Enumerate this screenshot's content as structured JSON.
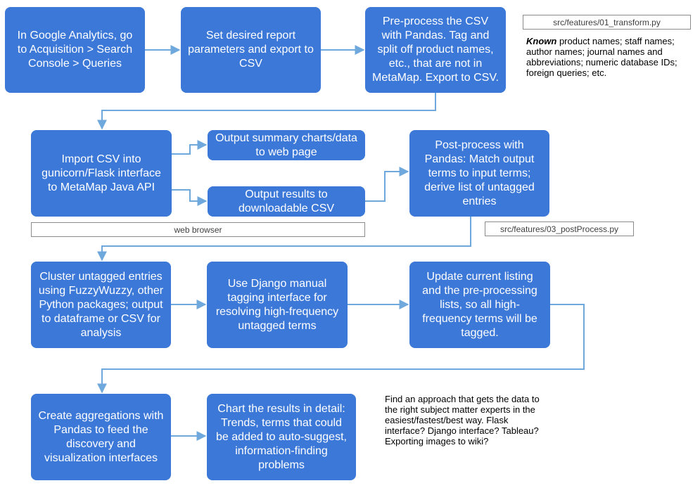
{
  "colors": {
    "box_fill": "#3c78d8",
    "box_text": "#ffffff",
    "connector": "#6fa8dc",
    "label_border": "#8a8a8a"
  },
  "boxes": {
    "ga_export_start": "In Google Analytics, go to Acquisition > Search Console > Queries",
    "set_report_params": "Set desired report parameters and export to CSV",
    "preprocess_csv": "Pre-process the CSV with Pandas. Tag and split off product names, etc., that are not in MetaMap. Export to CSV.",
    "import_csv": "Import CSV into gunicorn/Flask interface to MetaMap Java API",
    "output_summary": "Output summary charts/data to web page",
    "output_results": "Output results to downloadable CSV",
    "postprocess": "Post-process with Pandas: Match output terms to input terms; derive list of untagged entries",
    "cluster_untagged": "Cluster untagged entries using FuzzyWuzzy, other Python packages; output to dataframe or CSV for analysis",
    "django_tagging": "Use Django manual tagging interface for resolving high-frequency untagged terms",
    "update_listing": "Update current listing and the pre-processing lists, so all high-frequency terms will be tagged.",
    "create_aggregations": "Create aggregations with Pandas to feed the discovery and visualization interfaces",
    "chart_results": "Chart the results in detail: Trends, terms that could be added to auto-suggest, information-finding problems"
  },
  "labels": {
    "transform_file": "src/features/01_transform.py",
    "web_browser": "web browser",
    "postprocess_file": "src/features/03_postProcess.py"
  },
  "notes": {
    "known_strong": "Known",
    "known_rest": " product names; staff names; author names; journal names and abbreviations; numeric database IDs; foreign queries; etc.",
    "find_approach": "Find an approach that gets the data to the right subject matter experts in the easiest/fastest/best way. Flask interface? Django interface? Tableau? Exporting images to wiki?"
  }
}
